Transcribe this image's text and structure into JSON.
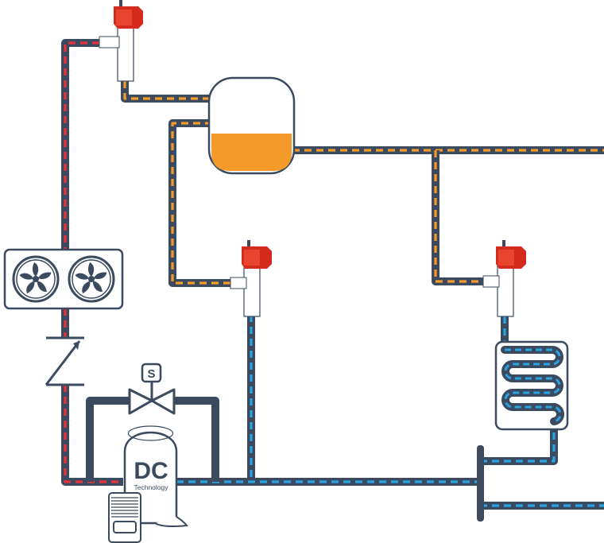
{
  "compressor": {
    "brand": "DC",
    "subtitle": "Technology"
  },
  "solenoid_valve": {
    "label": "S"
  },
  "colors": {
    "pipe_outline": "#3b4a5f",
    "high_pressure_gas": "#e8323a",
    "liquid": "#f39a2a",
    "suction": "#2aa3e2",
    "valve_body": "#d42b1e",
    "tank_fill": "#f39a2a"
  },
  "icons": [
    "fan-icon",
    "check-valve-icon",
    "solenoid-valve-icon",
    "expansion-valve-icon",
    "evaporator-coil-icon",
    "receiver-tank-icon",
    "compressor-icon"
  ]
}
